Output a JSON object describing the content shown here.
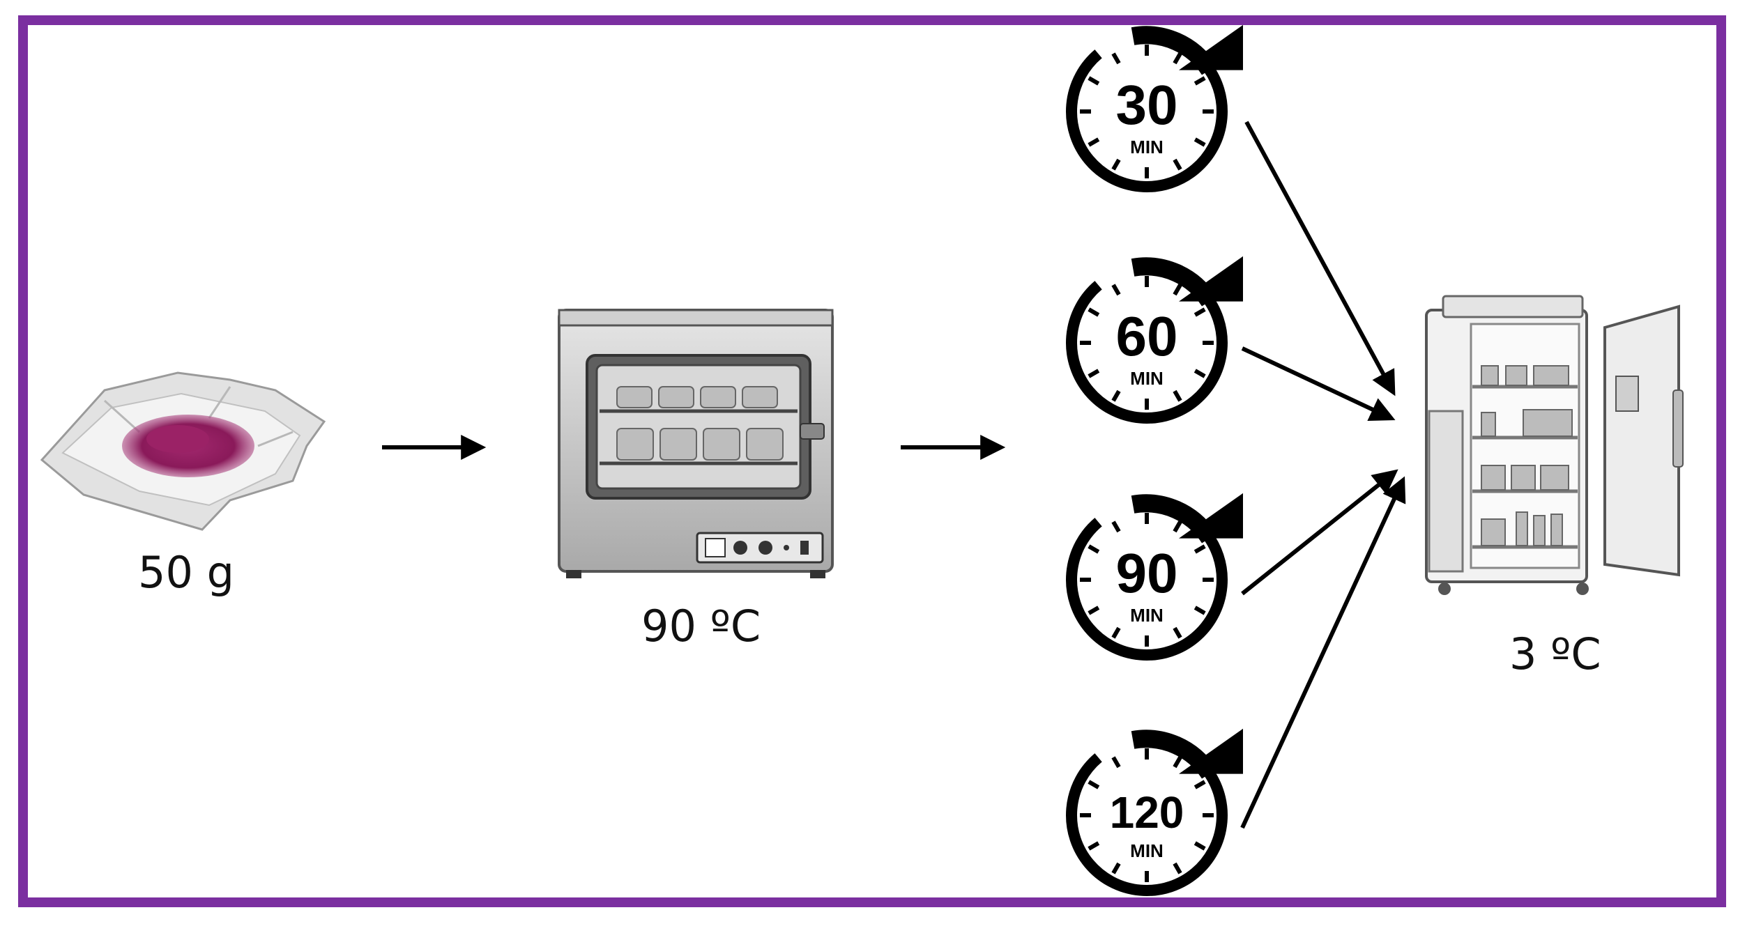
{
  "frame_color": "#7b2fa0",
  "sample": {
    "label": "50 g",
    "powder_color": "#8a1a5a",
    "icon": "powder-on-foil-icon"
  },
  "oven": {
    "label": "90 ºC",
    "icon": "drying-oven-icon"
  },
  "timers": [
    {
      "number": "30",
      "unit": "MIN"
    },
    {
      "number": "60",
      "unit": "MIN"
    },
    {
      "number": "90",
      "unit": "MIN"
    },
    {
      "number": "120",
      "unit": "MIN"
    }
  ],
  "fridge": {
    "label": "3 ºC",
    "icon": "refrigerator-icon"
  }
}
